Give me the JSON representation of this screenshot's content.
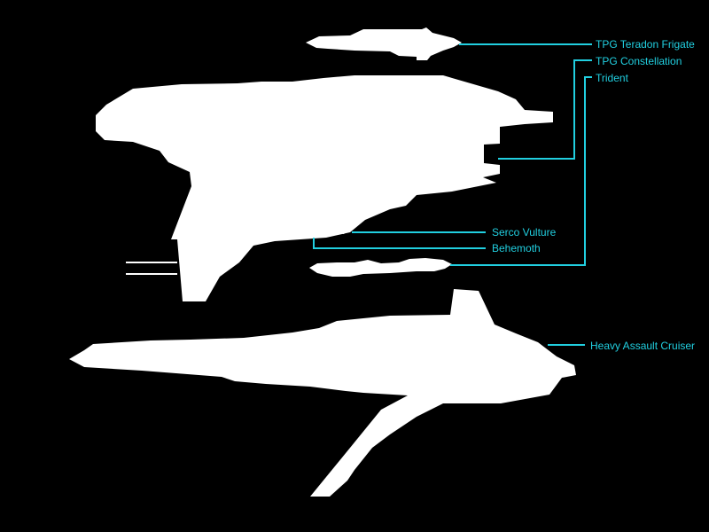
{
  "colors": {
    "background": "#000000",
    "silhouette": "#ffffff",
    "callout": "#21cfe0"
  },
  "labels": {
    "teradon": "TPG Teradon Frigate",
    "constellation": "TPG Constellation",
    "trident": "Trident",
    "vulture": "Serco Vulture",
    "behemoth": "Behemoth",
    "heavy_cruiser": "Heavy Assault Cruiser"
  }
}
